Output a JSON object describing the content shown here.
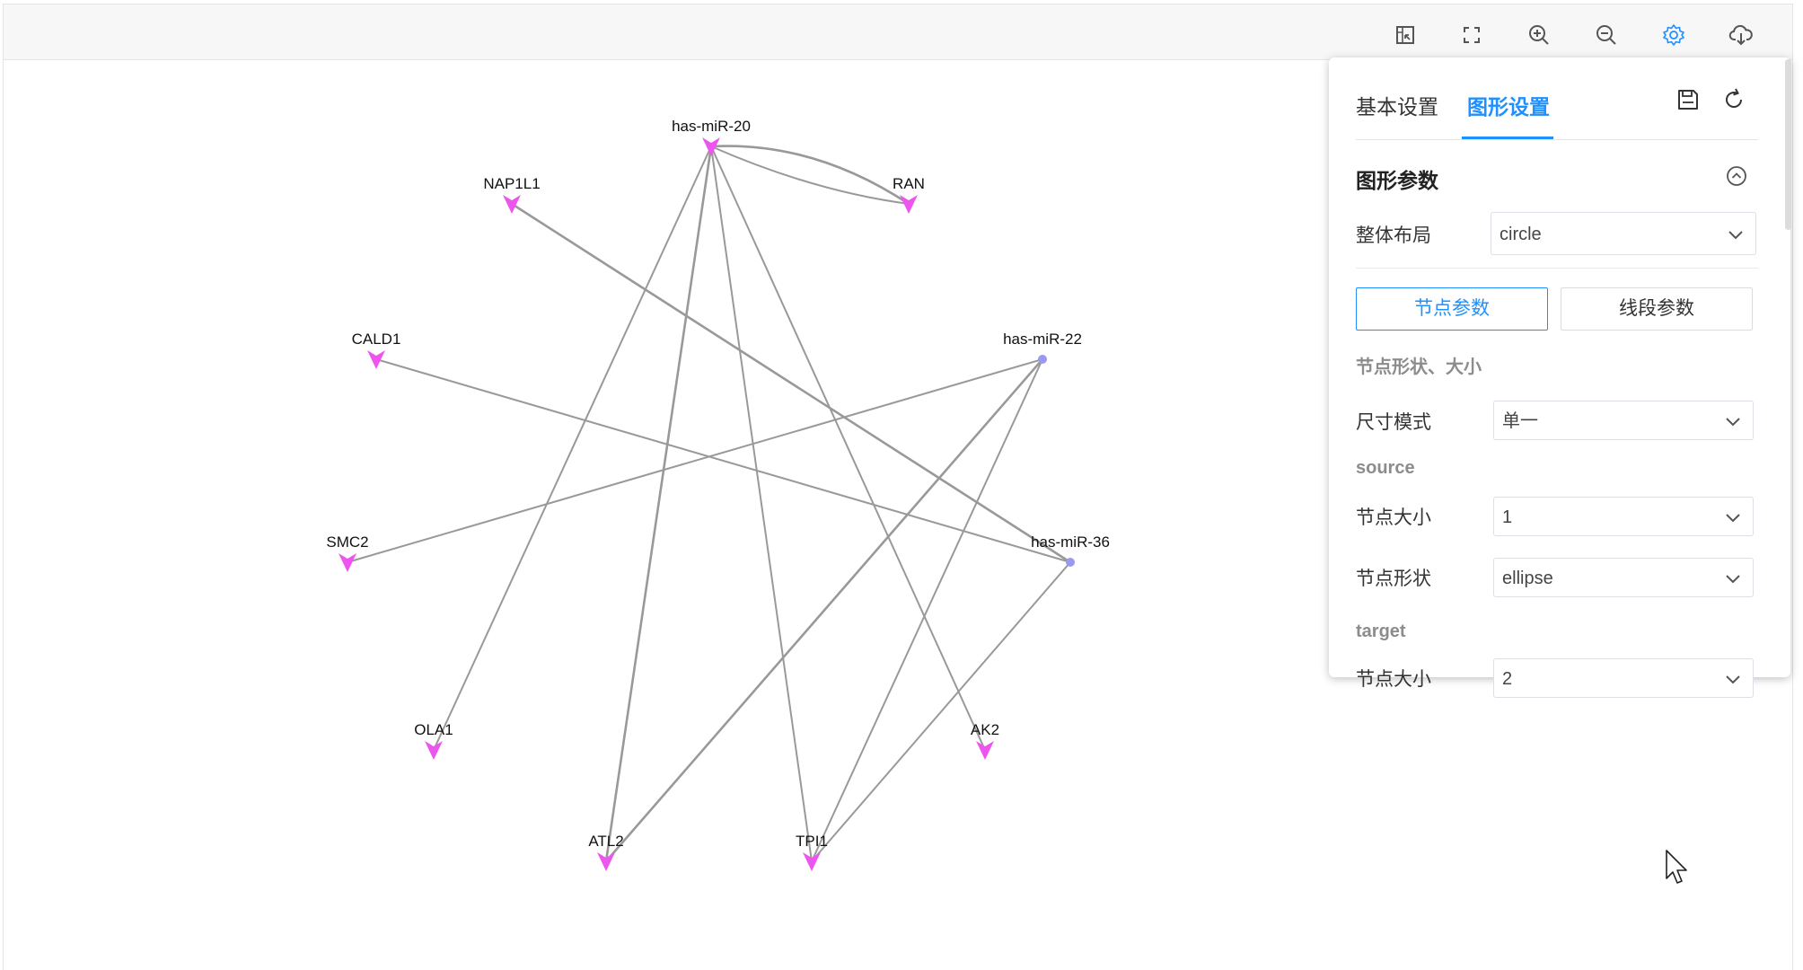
{
  "toolbar": {
    "icons": [
      "fit-view-icon",
      "fullscreen-icon",
      "zoom-in-icon",
      "zoom-out-icon",
      "settings-gear-icon",
      "cloud-download-icon"
    ],
    "active_color": "#1f90ff",
    "icon_color": "#555555"
  },
  "graph": {
    "node_color_target": "#ee55ee",
    "node_color_source": "#9999ee",
    "edge_color": "#999999",
    "nodes": [
      {
        "id": "has-miR-20",
        "label": "has-miR-20",
        "kind": "target"
      },
      {
        "id": "RAN",
        "label": "RAN",
        "kind": "target"
      },
      {
        "id": "NAP1L1",
        "label": "NAP1L1",
        "kind": "target"
      },
      {
        "id": "CALD1",
        "label": "CALD1",
        "kind": "target"
      },
      {
        "id": "has-miR-22",
        "label": "has-miR-22",
        "kind": "source"
      },
      {
        "id": "SMC2",
        "label": "SMC2",
        "kind": "target"
      },
      {
        "id": "has-miR-36",
        "label": "has-miR-36",
        "kind": "source"
      },
      {
        "id": "OLA1",
        "label": "OLA1",
        "kind": "target"
      },
      {
        "id": "AK2",
        "label": "AK2",
        "kind": "target"
      },
      {
        "id": "ATL2",
        "label": "ATL2",
        "kind": "target"
      },
      {
        "id": "TPI1",
        "label": "TPI1",
        "kind": "target"
      }
    ],
    "edges": [
      {
        "source": "has-miR-20",
        "target": "RAN",
        "curve": "up"
      },
      {
        "source": "has-miR-20",
        "target": "RAN",
        "curve": "down"
      },
      {
        "source": "has-miR-20",
        "target": "OLA1"
      },
      {
        "source": "has-miR-20",
        "target": "ATL2"
      },
      {
        "source": "has-miR-20",
        "target": "TPI1"
      },
      {
        "source": "has-miR-20",
        "target": "AK2"
      },
      {
        "source": "NAP1L1",
        "target": "has-miR-36"
      },
      {
        "source": "CALD1",
        "target": "has-miR-36"
      },
      {
        "source": "has-miR-22",
        "target": "SMC2"
      },
      {
        "source": "has-miR-22",
        "target": "ATL2"
      },
      {
        "source": "has-miR-22",
        "target": "TPI1"
      },
      {
        "source": "has-miR-36",
        "target": "TPI1"
      }
    ]
  },
  "panel": {
    "tabs": [
      "基本设置",
      "图形设置"
    ],
    "active_tab": "图形设置",
    "section_title": "图形参数",
    "layout_label": "整体布局",
    "layout_value": "circle",
    "segments": [
      "节点参数",
      "线段参数"
    ],
    "node_heading": "节点形状、大小",
    "size_mode_label": "尺寸模式",
    "size_mode_value": "单一",
    "source_heading": "source",
    "node_size_label": "节点大小",
    "node_size_value": "1",
    "node_shape_label": "节点形状",
    "node_shape_value": "ellipse",
    "target_heading": "target",
    "target_size_label": "节点大小",
    "target_size_value": "2",
    "save_icon": "save-icon",
    "reset_icon": "refresh-icon"
  }
}
